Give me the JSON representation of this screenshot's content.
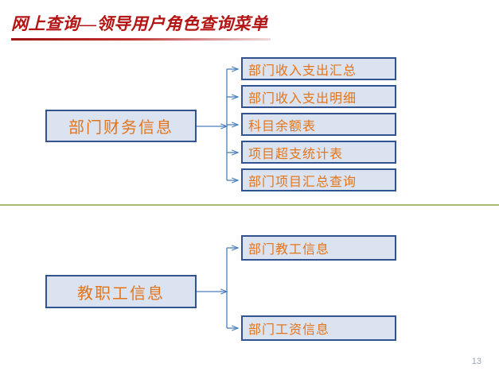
{
  "slide": {
    "title": "网上查询—领导用户角色查询菜单",
    "page_number": "13"
  },
  "colors": {
    "title_red": "#b31515",
    "node_fill": "#dce3f0",
    "node_border": "#31538f",
    "node_text": "#e2751c",
    "connector": "#4a7ebb",
    "divider_olive": "#a9bd72",
    "page_number": "#9aa2b0"
  },
  "groups": [
    {
      "id": "finance",
      "root": {
        "label": "部门财务信息"
      },
      "leaves": [
        {
          "label": "部门收入支出汇总"
        },
        {
          "label": "部门收入支出明细"
        },
        {
          "label": "科目余额表"
        },
        {
          "label": "项目超支统计表"
        },
        {
          "label": "部门项目汇总查询"
        }
      ]
    },
    {
      "id": "staff",
      "root": {
        "label": "教职工信息"
      },
      "leaves": [
        {
          "label": "部门教工信息"
        },
        {
          "label": "部门工资信息"
        }
      ]
    }
  ]
}
